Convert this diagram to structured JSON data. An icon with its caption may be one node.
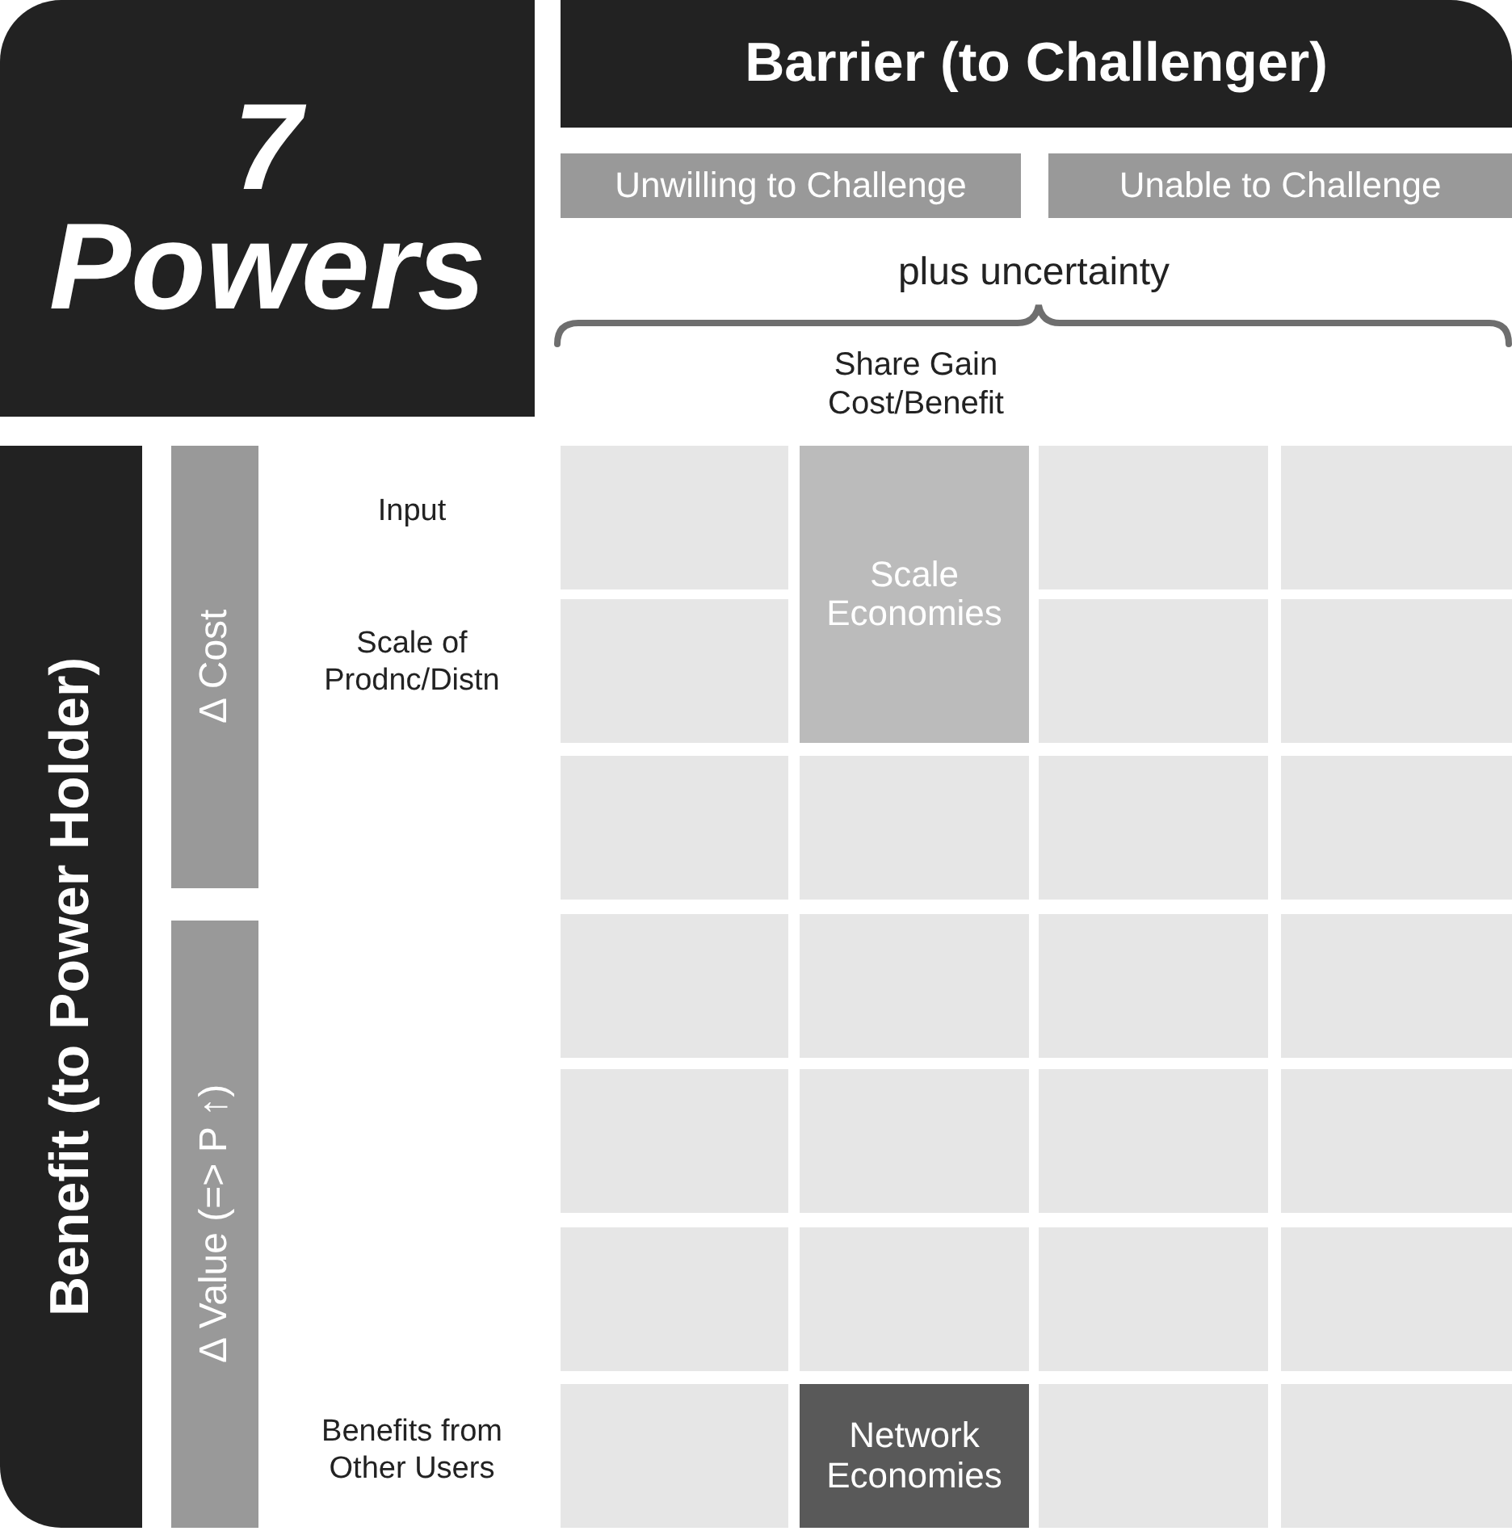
{
  "diagram": {
    "nodes": [
      {
        "text": [
          "7 Powers"
        ]
      },
      {
        "text": [
          "Barrier (to Challenger)"
        ]
      },
      {
        "text": [
          "Unwilling to Challenge"
        ]
      },
      {
        "text": [
          "Unable to Challenge"
        ]
      },
      {
        "text": [
          "Benefit (to Power Holder)"
        ]
      },
      {
        "text": [
          "Δ Cost"
        ]
      },
      {
        "text": [
          "Δ Value (=> P ↑)"
        ]
      },
      {
        "text": [],
        "shape": "box"
      },
      {
        "text": [
          "Scale Economies"
        ]
      },
      {
        "text": [],
        "shape": "box"
      },
      {
        "text": [],
        "shape": "box"
      },
      {
        "text": [],
        "shape": "box"
      },
      {
        "text": [],
        "shape": "box"
      },
      {
        "text": [],
        "shape": "box"
      },
      {
        "text": [],
        "shape": "box"
      },
      {
        "text": [],
        "shape": "box"
      },
      {
        "text": [],
        "shape": "box"
      },
      {
        "text": [],
        "shape": "box"
      },
      {
        "text": [],
        "shape": "box"
      },
      {
        "text": [],
        "shape": "box"
      },
      {
        "text": [],
        "shape": "box"
      },
      {
        "text": [],
        "shape": "box"
      },
      {
        "text": [],
        "shape": "box"
      },
      {
        "text": [],
        "shape": "box"
      },
      {
        "text": [],
        "shape": "box"
      },
      {
        "text": [],
        "shape": "box"
      },
      {
        "text": [],
        "shape": "box"
      },
      {
        "text": [],
        "shape": "box"
      },
      {
        "text": [],
        "shape": "box"
      },
      {
        "text": [],
        "shape": "box"
      },
      {
        "text": [],
        "shape": "box"
      },
      {
        "text": [
          "Network Economies"
        ]
      },
      {
        "text": [],
        "shape": "box"
      },
      {
        "text": [],
        "shape": "box"
      }
    ],
    "labels": [
      "plus uncertainty",
      "Share Gain Cost/Benefit",
      "Input",
      "Scale of Prodnc/Distn",
      "Benefits from Other Users"
    ]
  }
}
